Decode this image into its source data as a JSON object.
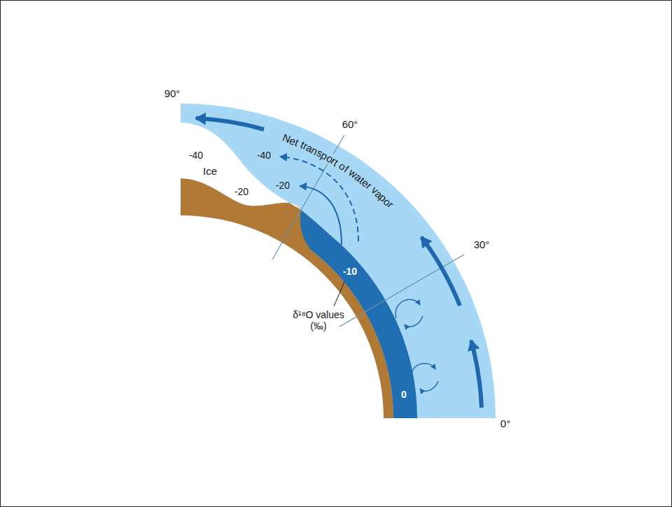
{
  "diagram": {
    "labels": [
      "90°",
      "60°",
      "30°",
      "0°",
      "Net transport of water vapor",
      "-40",
      "-40",
      "Ice",
      "-20",
      "-20",
      "-10",
      "0",
      "δ¹⁸O values (‰)"
    ]
  }
}
